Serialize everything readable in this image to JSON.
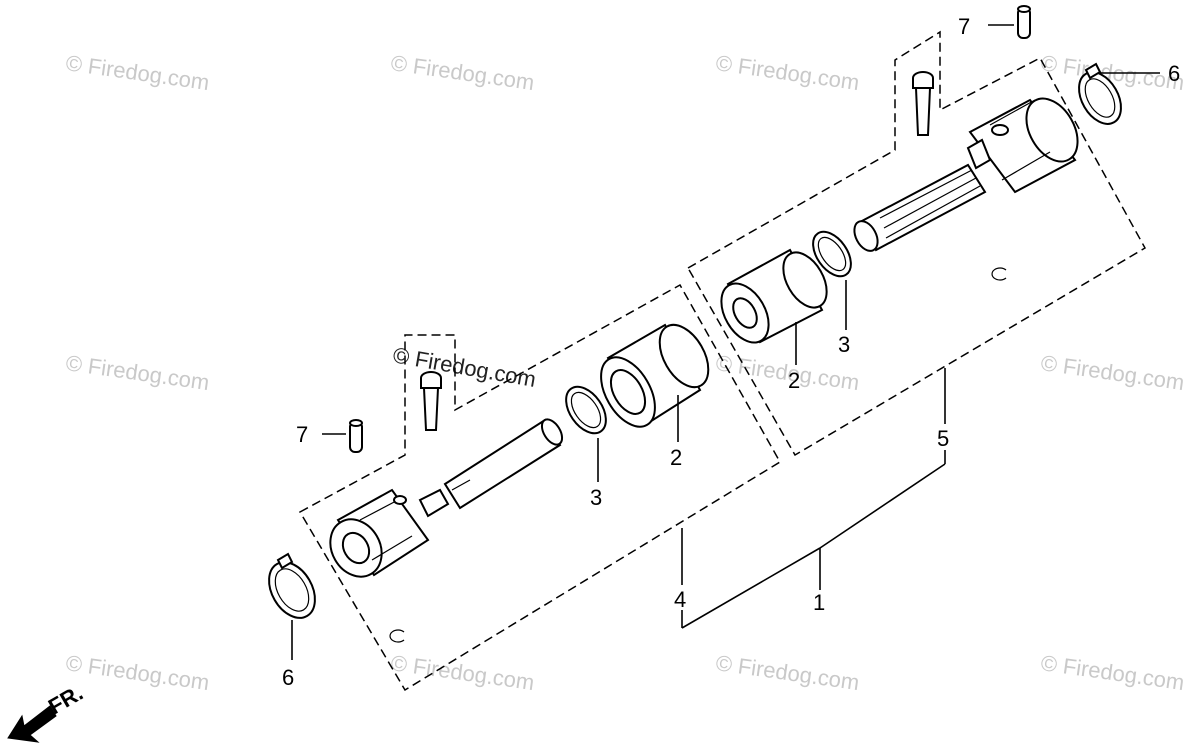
{
  "watermark": "© Firedog.com",
  "direction_label": "FR.",
  "callouts": {
    "c1": "1",
    "c2a": "2",
    "c2b": "2",
    "c3a": "3",
    "c3b": "3",
    "c4": "4",
    "c5": "5",
    "c6a": "6",
    "c6b": "6",
    "c7a": "7",
    "c7b": "7"
  }
}
